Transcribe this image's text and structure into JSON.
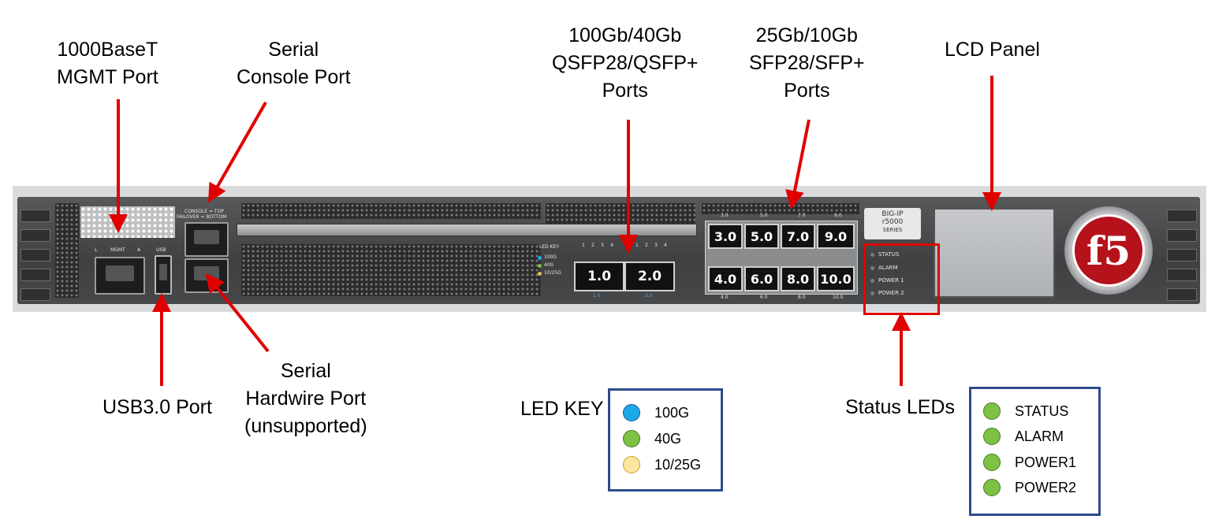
{
  "labels": {
    "mgmt": [
      "1000BaseT",
      "MGMT Port"
    ],
    "console": [
      "Serial",
      "Console Port"
    ],
    "qsfp": [
      "100Gb/40Gb",
      "QSFP28/QSFP+",
      "Ports"
    ],
    "sfp": [
      "25Gb/10Gb",
      "SFP28/SFP+",
      "Ports"
    ],
    "lcd": [
      "LCD Panel"
    ],
    "usb": [
      "USB3.0 Port"
    ],
    "hardwire": [
      "Serial",
      "Hardwire Port",
      "(unsupported)"
    ],
    "led_key": "LED KEY",
    "status_leds": "Status LEDs"
  },
  "led_key_entries": [
    {
      "label": "100G",
      "color": "#1ba8e8",
      "border": "#1a5a8a"
    },
    {
      "label": "40G",
      "color": "#7dc242",
      "border": "#4b7a28"
    },
    {
      "label": "10/25G",
      "color": "#fbe6a0",
      "border": "#c9a227"
    }
  ],
  "status_led_entries": [
    {
      "label": "STATUS",
      "color": "#7dc242"
    },
    {
      "label": "ALARM",
      "color": "#7dc242"
    },
    {
      "label": "POWER1",
      "color": "#7dc242"
    },
    {
      "label": "POWER2",
      "color": "#7dc242"
    }
  ],
  "device": {
    "mgmt_label": "MGMT",
    "mgmt_l": "L",
    "mgmt_a": "A",
    "usb_label": "USB",
    "console_label": "CONSOLE = TOP",
    "failover_label": "FAILOVER = BOTTOM",
    "led_key_label": "LED KEY",
    "led_key_items": [
      "100G",
      "40G",
      "10/25G"
    ],
    "qsfp_lane_numbers": [
      "1",
      "2",
      "3",
      "4",
      "1",
      "2",
      "3",
      "4"
    ],
    "qsfp_ports": [
      "1.0",
      "2.0"
    ],
    "qsfp_bottom_labels": [
      "1.0",
      "2.0"
    ],
    "sfp_top_ports": [
      "3.0",
      "5.0",
      "7.0",
      "9.0"
    ],
    "sfp_bottom_ports": [
      "4.0",
      "6.0",
      "8.0",
      "10.0"
    ],
    "sfp_top_scale": [
      "3.0",
      "5.0",
      "7.0",
      "9.0"
    ],
    "sfp_bottom_scale": [
      "4.0",
      "6.0",
      "8.0",
      "10.0"
    ],
    "badge": [
      "BIG-IP",
      "r5000",
      "SERIES"
    ],
    "status_labels": [
      "STATUS",
      "ALARM",
      "POWER 1",
      "POWER 2"
    ],
    "logo_text": "f5"
  },
  "colors": {
    "arrow": "#e00000",
    "keybox_border": "#2f4b8c"
  }
}
